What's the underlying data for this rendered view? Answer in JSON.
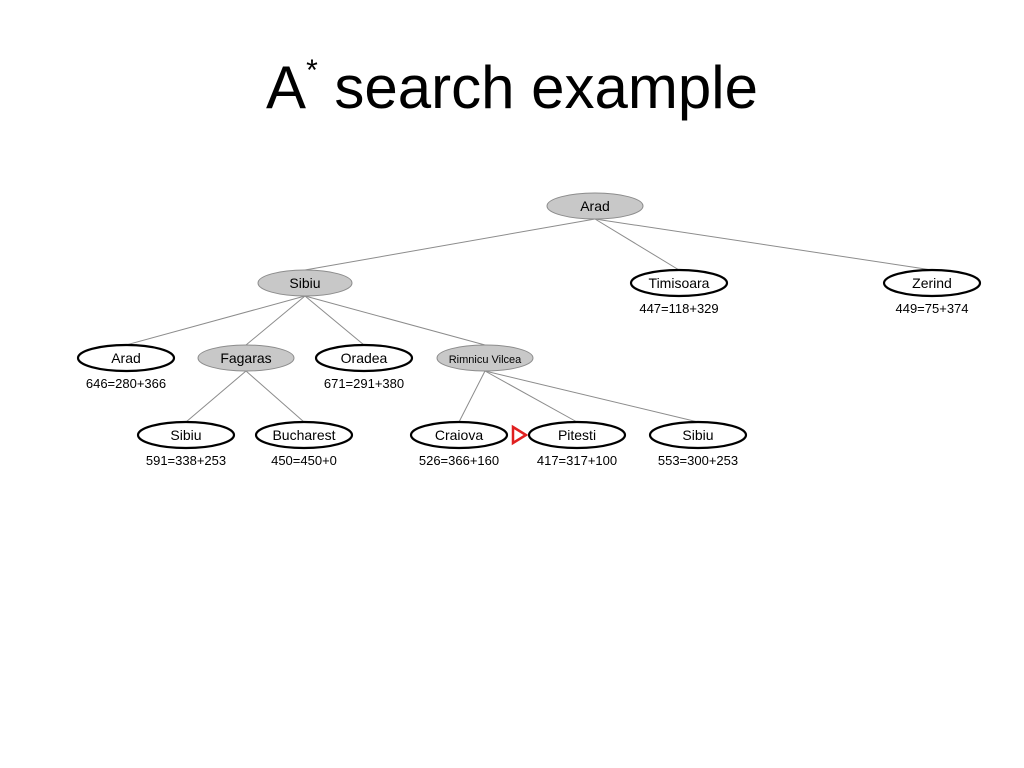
{
  "title": {
    "main": "A",
    "sup": "*",
    "rest": "search example"
  },
  "colors": {
    "expanded": "#c8c8c8",
    "frontier": "#ffffff",
    "stroke": "#000000",
    "marker": "#e02020",
    "edge": "#8c8c8c"
  },
  "tree": {
    "nodes": [
      {
        "id": "arad-root",
        "label": "Arad",
        "f": "",
        "expanded": true
      },
      {
        "id": "sibiu-1",
        "label": "Sibiu",
        "f": "",
        "expanded": true
      },
      {
        "id": "timisoara",
        "label": "Timisoara",
        "f": "447=118+329",
        "expanded": false
      },
      {
        "id": "zerind",
        "label": "Zerind",
        "f": "449=75+374",
        "expanded": false
      },
      {
        "id": "arad-2",
        "label": "Arad",
        "f": "646=280+366",
        "expanded": false
      },
      {
        "id": "fagaras",
        "label": "Fagaras",
        "f": "",
        "expanded": true
      },
      {
        "id": "oradea",
        "label": "Oradea",
        "f": "671=291+380",
        "expanded": false
      },
      {
        "id": "rimnicu-vilcea",
        "label": "Rimnicu Vilcea",
        "f": "",
        "expanded": true
      },
      {
        "id": "sibiu-fagaras",
        "label": "Sibiu",
        "f": "591=338+253",
        "expanded": false
      },
      {
        "id": "bucharest",
        "label": "Bucharest",
        "f": "450=450+0",
        "expanded": false
      },
      {
        "id": "craiova",
        "label": "Craiova",
        "f": "526=366+160",
        "expanded": false
      },
      {
        "id": "pitesti",
        "label": "Pitesti",
        "f": "417=317+100",
        "expanded": false,
        "marked": true
      },
      {
        "id": "sibiu-rimnicu",
        "label": "Sibiu",
        "f": "553=300+253",
        "expanded": false
      }
    ],
    "edges": [
      [
        "arad-root",
        "sibiu-1"
      ],
      [
        "arad-root",
        "timisoara"
      ],
      [
        "arad-root",
        "zerind"
      ],
      [
        "sibiu-1",
        "arad-2"
      ],
      [
        "sibiu-1",
        "fagaras"
      ],
      [
        "sibiu-1",
        "oradea"
      ],
      [
        "sibiu-1",
        "rimnicu-vilcea"
      ],
      [
        "fagaras",
        "sibiu-fagaras"
      ],
      [
        "fagaras",
        "bucharest"
      ],
      [
        "rimnicu-vilcea",
        "craiova"
      ],
      [
        "rimnicu-vilcea",
        "pitesti"
      ],
      [
        "rimnicu-vilcea",
        "sibiu-rimnicu"
      ]
    ]
  }
}
